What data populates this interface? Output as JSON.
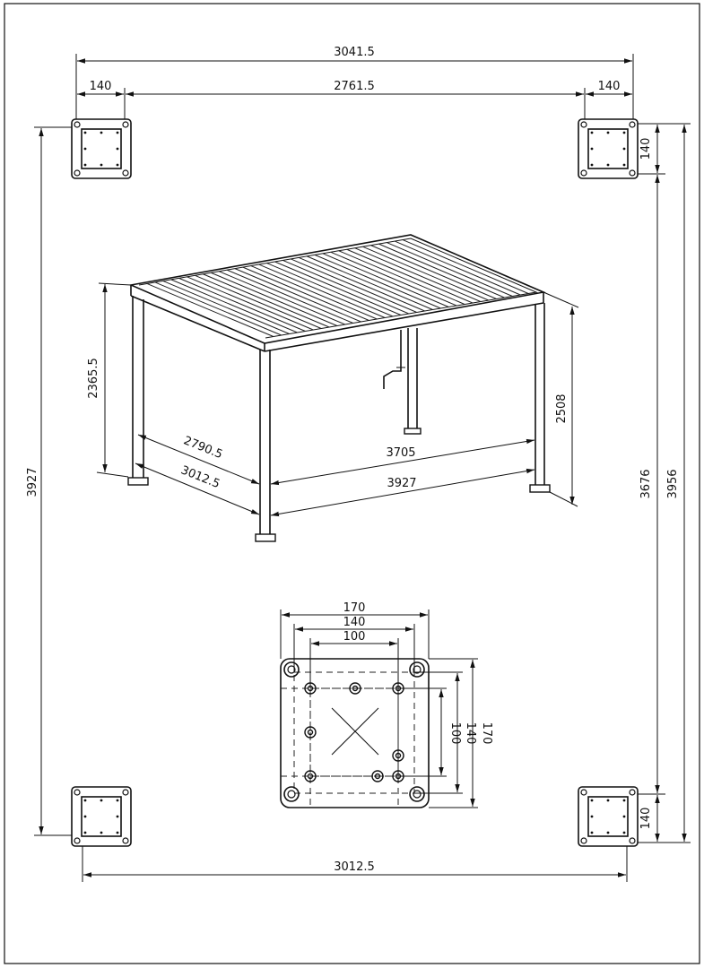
{
  "colors": {
    "line": "#111111",
    "plate": "#ffffff",
    "paper": "#ffffff"
  },
  "plan": {
    "overall_width": "3041.5",
    "post_left": "140",
    "inner_width": "2761.5",
    "post_right": "140",
    "post_right_top": "140",
    "inner_depth": "3676",
    "overall_depth_right": "3956",
    "overall_depth_left": "3927",
    "bottom_width": "3012.5",
    "post_right_bottom": "140"
  },
  "perspective": {
    "height_left": "2365.5",
    "height_right": "2508",
    "inner_side": "2790.5",
    "outer_side": "3012.5",
    "inner_front": "3705",
    "outer_front": "3927"
  },
  "base_plate": {
    "width_outer": "170",
    "width_mid": "140",
    "width_inner": "100",
    "height_inner": "100",
    "height_mid": "140",
    "height_outer": "170"
  }
}
